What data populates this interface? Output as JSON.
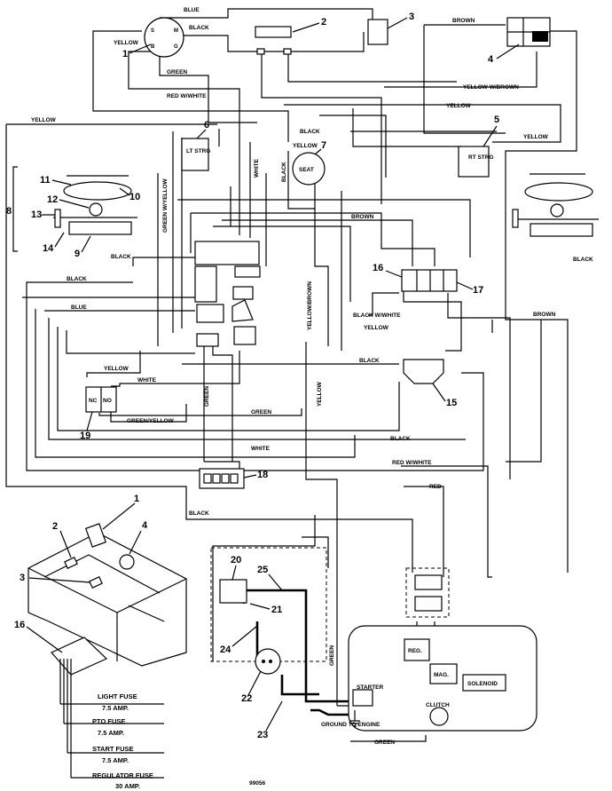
{
  "figure_code": "99056",
  "callouts": [
    "1",
    "2",
    "3",
    "4",
    "5",
    "6",
    "7",
    "8",
    "9",
    "10",
    "11",
    "12",
    "13",
    "14",
    "15",
    "16",
    "17",
    "18",
    "19",
    "20",
    "21",
    "22",
    "23",
    "24",
    "25"
  ],
  "wire_colors": {
    "blue": "BLUE",
    "black": "BLACK",
    "yellow": "YELLOW",
    "brown": "BROWN",
    "green": "GREEN",
    "white": "WHITE",
    "red": "RED",
    "red_white": "RED W/WHITE",
    "yellow_brown": "YELLOW W/BROWN",
    "green_yellow": "GREEN W/YELLOW",
    "green_yellow_slash": "GREEN/YELLOW",
    "yellow_brown_slash": "YELLOW/BROWN",
    "black_white": "BLACK W/WHITE"
  },
  "components": {
    "ignition_terminals": [
      "S",
      "M",
      "B",
      "G"
    ],
    "left_steering": "LT STRG",
    "right_steering": "RT STRG",
    "seat": "SEAT",
    "relay_nc": "NC",
    "relay_no": "NO",
    "regulator": "REG.",
    "magneto": "MAG.",
    "solenoid": "SOLENOID",
    "starter": "STARTER",
    "clutch": "CLUTCH",
    "ground": "GROUND TO ENGINE"
  },
  "fuses": [
    {
      "name": "LIGHT FUSE",
      "rating": "7.5 AMP."
    },
    {
      "name": "PTO FUSE",
      "rating": "7.5 AMP."
    },
    {
      "name": "START FUSE",
      "rating": "7.5 AMP."
    },
    {
      "name": "REGULATOR FUSE",
      "rating": "30 AMP."
    }
  ]
}
